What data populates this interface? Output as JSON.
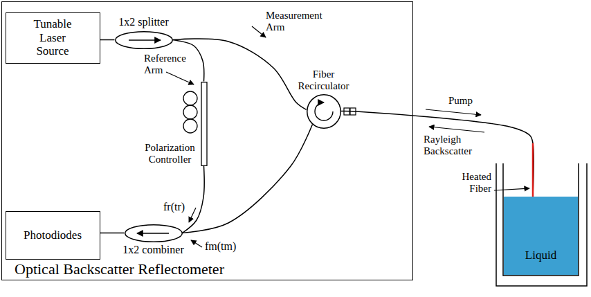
{
  "diagram": {
    "nodes": [
      {
        "text": [
          "Optical Backscatter Reflectometer"
        ]
      },
      {
        "text": [
          "Tunable Laser Source"
        ],
        "in": 0
      },
      {
        "text": [
          "1x2 splitter"
        ],
        "in": 0
      },
      {
        "text": [
          "Polarization Controller"
        ],
        "in": 0
      },
      {
        "text": [
          "Fiber Recirculator"
        ],
        "in": 0
      },
      {
        "text": [
          "1x2 combiner"
        ],
        "in": 0
      },
      {
        "text": [
          "Photodiodes"
        ],
        "in": 0
      },
      {
        "text": [
          "Liquid"
        ]
      }
    ],
    "edges": [
      {
        "from": 1,
        "to": 2,
        "arrow": "none"
      },
      {
        "from": 2,
        "to": 4,
        "arrow": "none"
      },
      {
        "from": 2,
        "to": 3,
        "arrow": "none"
      },
      {
        "from": 3,
        "to": 5,
        "arrow": "none"
      },
      {
        "from": 4,
        "to": 5,
        "arrow": "none"
      },
      {
        "from": 5,
        "to": 6,
        "arrow": "none"
      },
      {
        "from": 4,
        "to": 7,
        "arrow": "none"
      }
    ],
    "labels": [
      "Measurement Arm",
      "Reference Arm",
      "fr(tr)",
      "fm(tm)",
      "Pump",
      "Rayleigh Backscatter",
      "Heated Fiber"
    ]
  }
}
